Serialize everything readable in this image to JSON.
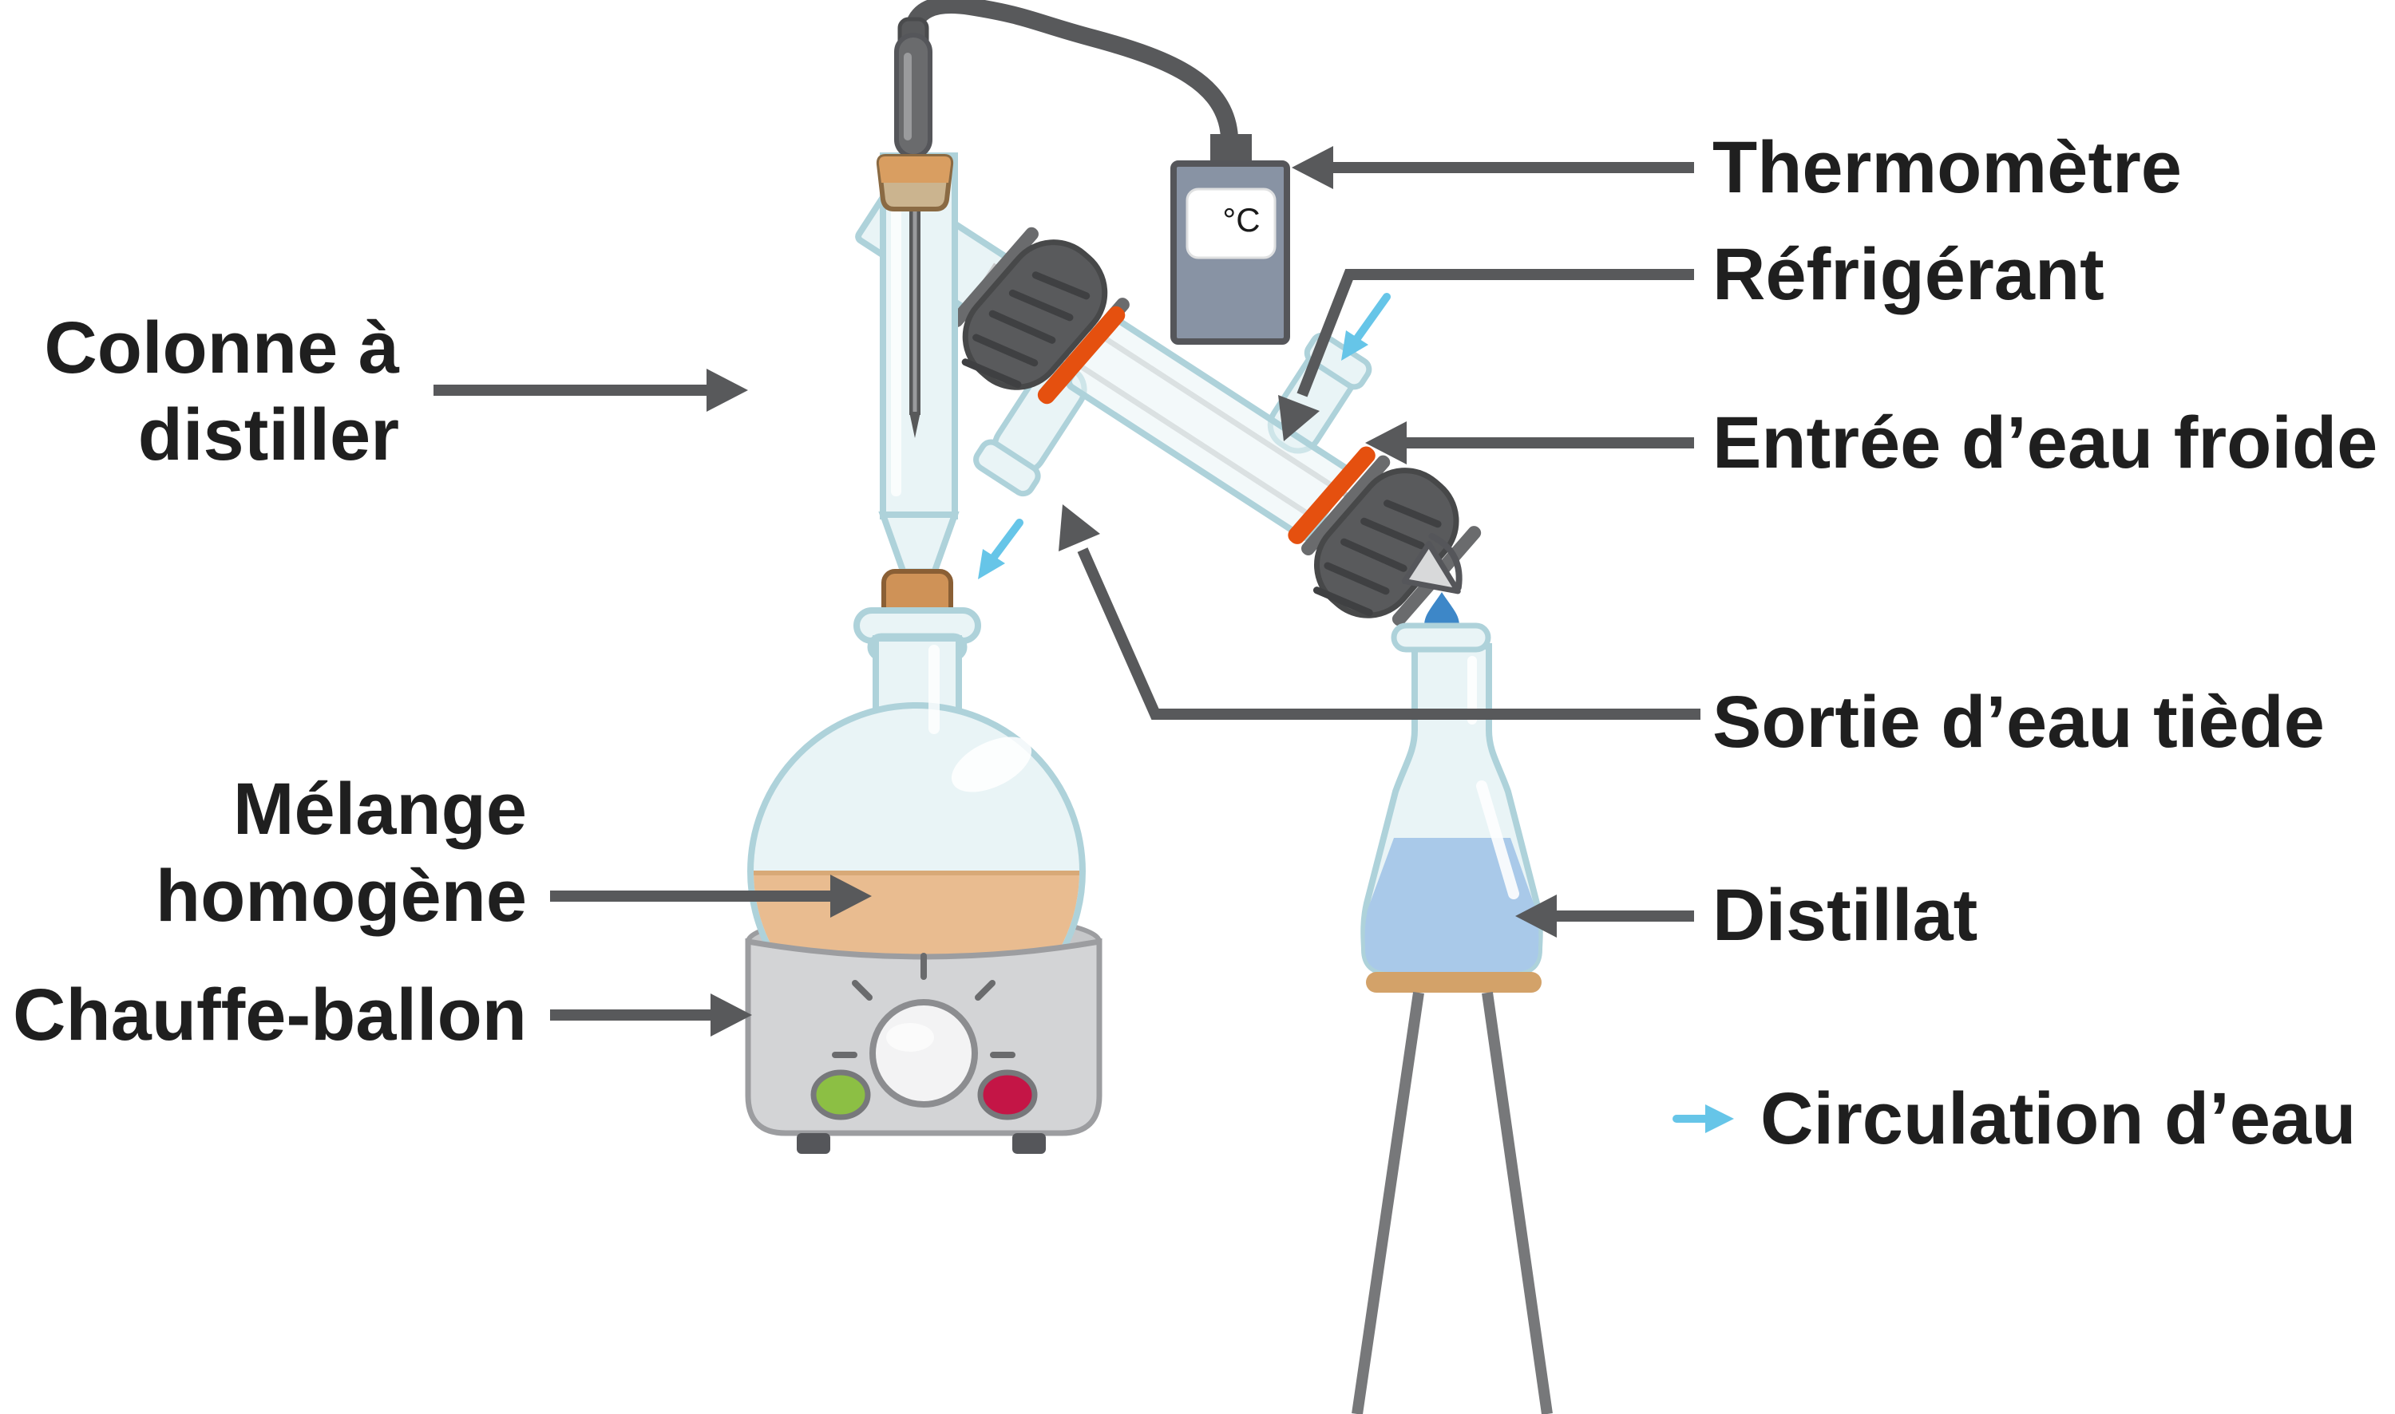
{
  "labels": {
    "colonne": {
      "line1": "Colonne à",
      "line2": "distiller"
    },
    "melange": {
      "line1": "Mélange",
      "line2": "homogène"
    },
    "chauffe": {
      "text": "Chauffe-ballon"
    },
    "thermometre": {
      "text": "Thermomètre"
    },
    "refrigerant": {
      "text": "Réfrigérant"
    },
    "entree": {
      "text": "Entrée d’eau froide"
    },
    "sortie": {
      "text": "Sortie d’eau tiède"
    },
    "distillat": {
      "text": "Distillat"
    }
  },
  "legend": {
    "circulation": "Circulation d’eau"
  },
  "thermometer_display": {
    "unit": "°C"
  },
  "colors": {
    "label_text": "#1f1f1f",
    "leader_arrow": "#58595b",
    "water_flow_arrow": "#66c5e8",
    "glass_stroke": "#aed2da",
    "glass_fill": "#e9f4f6",
    "seal_orange": "#e5500f",
    "cork": "#d49a5f",
    "mixture_tan": "#e9bc90",
    "distillate_blue": "#a9c9e9",
    "mantle_gray": "#d3d4d6",
    "power_green": "#8cbf44",
    "power_red": "#c41546",
    "thermometer_body": "#8893a4",
    "drop_blue": "#3d87c8"
  }
}
